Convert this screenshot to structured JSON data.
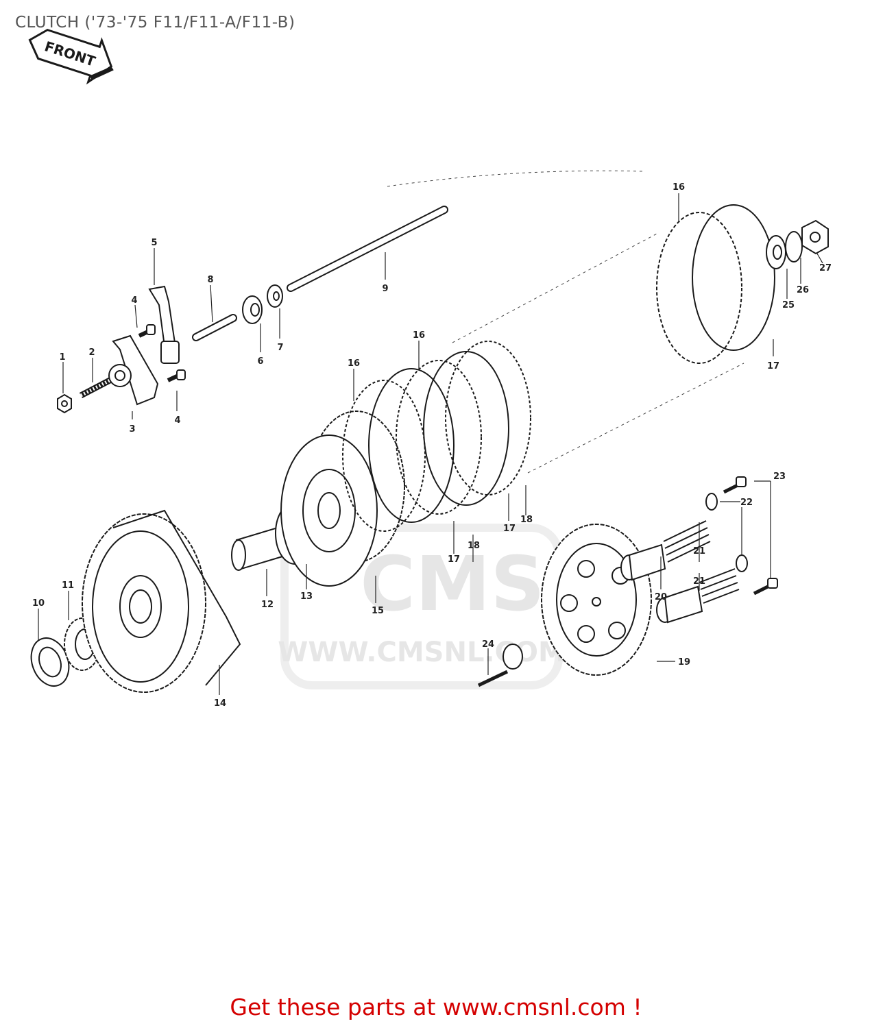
{
  "page": {
    "title": "CLUTCH ('73-'75 F11/F11-A/F11-B)",
    "footer_link": "Get these parts at www.cmsnl.com !",
    "front_arrow_label": "FRONT",
    "watermark": {
      "brand": "CMS",
      "url": "WWW.CMSNL.COM"
    }
  },
  "colors": {
    "footer": "#d40000",
    "title": "#555555",
    "ink": "#1a1a1a",
    "watermark": "#e6e6e6"
  },
  "callouts": {
    "c1": "1",
    "c2": "2",
    "c3": "3",
    "c4a": "4",
    "c4b": "4",
    "c5": "5",
    "c6": "6",
    "c7": "7",
    "c8": "8",
    "c9": "9",
    "c10": "10",
    "c11": "11",
    "c12": "12",
    "c13": "13",
    "c14": "14",
    "c15": "15",
    "c16a": "16",
    "c16b": "16",
    "c16c": "16",
    "c17a": "17",
    "c17b": "17",
    "c17c": "17",
    "c18a": "18",
    "c18b": "18",
    "c19": "19",
    "c20": "20",
    "c21a": "21",
    "c21b": "21",
    "c22": "22",
    "c23": "23",
    "c24": "24",
    "c25": "25",
    "c26": "26",
    "c27": "27"
  }
}
